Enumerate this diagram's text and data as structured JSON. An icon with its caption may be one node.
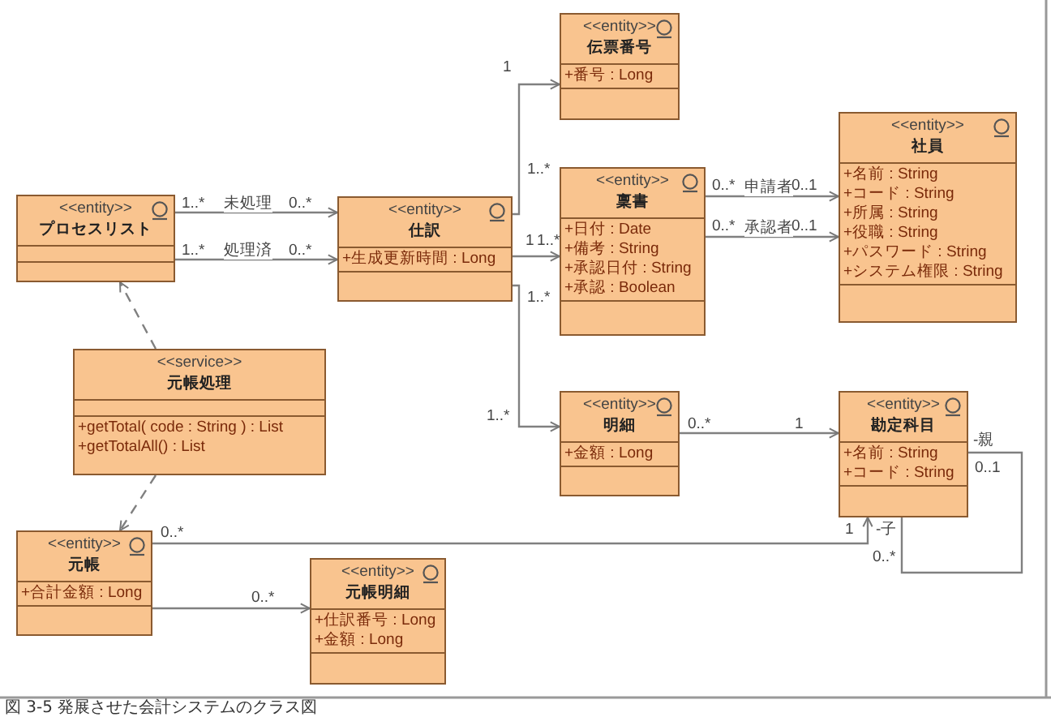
{
  "diagram": {
    "caption": "図 3-5 発展させた会計システムのクラス図",
    "nodes": [
      {
        "text": [
          "<<entity>>",
          "伝票番号",
          "+番号 : Long"
        ]
      },
      {
        "text": [
          "<<entity>>",
          "社員",
          "+名前 : String",
          "+コード : String",
          "+所属 : String",
          "+役職 : String",
          "+パスワード : String",
          "+システム権限 : String"
        ]
      },
      {
        "text": [
          "<<entity>>",
          "プロセスリスト"
        ]
      },
      {
        "text": [
          "<<entity>>",
          "仕訳",
          "+生成更新時間 : Long"
        ]
      },
      {
        "text": [
          "<<entity>>",
          "稟書",
          "+日付 : Date",
          "+備考 : String",
          "+承認日付 : String",
          "+承認 : Boolean"
        ]
      },
      {
        "text": [
          "<<service>>",
          "元帳処理",
          "+getTotal( code : String ) : List",
          "+getTotalAll() : List"
        ]
      },
      {
        "text": [
          "<<entity>>",
          "明細",
          "+金額 : Long"
        ]
      },
      {
        "text": [
          "<<entity>>",
          "勘定科目",
          "+名前 : String",
          "+コード : String"
        ]
      },
      {
        "text": [
          "<<entity>>",
          "元帳",
          "+合計金額 : Long"
        ]
      },
      {
        "text": [
          "<<entity>>",
          "元帳明細",
          "+仕訳番号 : Long",
          "+金額 : Long"
        ]
      }
    ],
    "edges": [
      {
        "from": 2,
        "to": 3,
        "arrow": "to",
        "label": "未処理"
      },
      {
        "from": 2,
        "to": 3,
        "arrow": "to",
        "label": "処理済"
      },
      {
        "from": 3,
        "to": 0,
        "arrow": "to"
      },
      {
        "from": 3,
        "to": 4,
        "arrow": "to"
      },
      {
        "from": 3,
        "to": 6,
        "arrow": "to"
      },
      {
        "from": 4,
        "to": 1,
        "arrow": "to",
        "label": "申請者"
      },
      {
        "from": 4,
        "to": 1,
        "arrow": "to",
        "label": "承認者"
      },
      {
        "from": 6,
        "to": 7,
        "arrow": "to"
      },
      {
        "from": 8,
        "to": 7,
        "arrow": "to"
      },
      {
        "from": 7,
        "to": 7,
        "arrow": "none"
      },
      {
        "from": 8,
        "to": 9,
        "arrow": "to"
      },
      {
        "from": 5,
        "to": 2,
        "arrow": "to",
        "style": "dashed"
      },
      {
        "from": 5,
        "to": 8,
        "arrow": "to",
        "style": "dashed"
      }
    ],
    "labels": [
      "1",
      "1..*",
      "0..*",
      "0..1",
      "1..*",
      "0..*",
      "1",
      "1..*",
      "0..*",
      "0..1",
      "1..*",
      "0..*",
      "1..*",
      "-親",
      "0..1",
      "1..*",
      "0..*",
      "1",
      "0..*",
      "1",
      "-子",
      "0..*",
      "0..*"
    ]
  }
}
